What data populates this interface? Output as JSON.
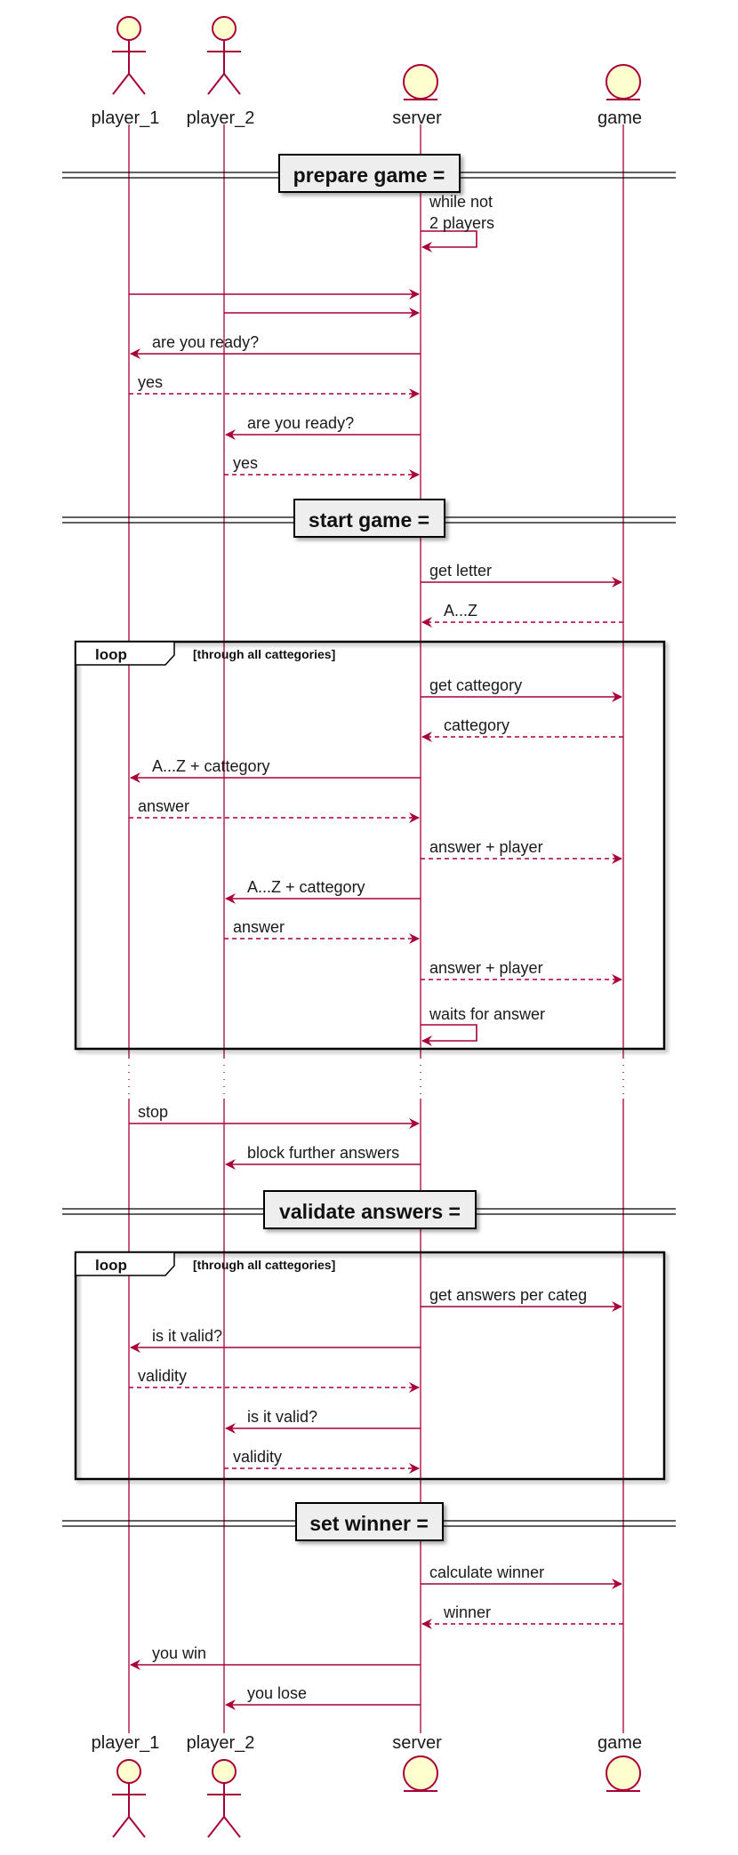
{
  "participants": [
    {
      "id": "p1",
      "name": "player_1",
      "kind": "actor"
    },
    {
      "id": "p2",
      "name": "player_2",
      "kind": "actor"
    },
    {
      "id": "srv",
      "name": "server",
      "kind": "entity"
    },
    {
      "id": "game",
      "name": "game",
      "kind": "entity"
    }
  ],
  "sections": {
    "prepare": "prepare game =",
    "start": "start game =",
    "validate": "validate answers =",
    "winner": "set winner ="
  },
  "loops": [
    {
      "tag": "loop",
      "condition": "[through all cattegories]"
    },
    {
      "tag": "loop",
      "condition": "[through all cattegories]"
    }
  ],
  "messages": [
    {
      "from": "srv",
      "to": "srv",
      "text": "while not",
      "text2": "2 players",
      "style": "solid"
    },
    {
      "from": "p1",
      "to": "srv",
      "text": "",
      "style": "solid"
    },
    {
      "from": "p2",
      "to": "srv",
      "text": "",
      "style": "solid"
    },
    {
      "from": "srv",
      "to": "p1",
      "text": "are you ready?",
      "style": "solid"
    },
    {
      "from": "p1",
      "to": "srv",
      "text": "yes",
      "style": "dashed"
    },
    {
      "from": "srv",
      "to": "p2",
      "text": "are you ready?",
      "style": "solid"
    },
    {
      "from": "p2",
      "to": "srv",
      "text": "yes",
      "style": "dashed"
    },
    {
      "from": "srv",
      "to": "game",
      "text": "get letter",
      "style": "solid"
    },
    {
      "from": "game",
      "to": "srv",
      "text": "A...Z",
      "style": "dashed"
    },
    {
      "from": "srv",
      "to": "game",
      "text": "get cattegory",
      "style": "solid"
    },
    {
      "from": "game",
      "to": "srv",
      "text": "cattegory",
      "style": "dashed"
    },
    {
      "from": "srv",
      "to": "p1",
      "text": "A...Z + cattegory",
      "style": "solid"
    },
    {
      "from": "p1",
      "to": "srv",
      "text": "answer",
      "style": "dashed"
    },
    {
      "from": "srv",
      "to": "game",
      "text": "answer + player",
      "style": "dashed"
    },
    {
      "from": "srv",
      "to": "p2",
      "text": "A...Z + cattegory",
      "style": "solid"
    },
    {
      "from": "p2",
      "to": "srv",
      "text": "answer",
      "style": "dashed"
    },
    {
      "from": "srv",
      "to": "game",
      "text": "answer + player",
      "style": "dashed"
    },
    {
      "from": "srv",
      "to": "srv",
      "text": "waits for answer",
      "text2": "",
      "style": "solid"
    },
    {
      "from": "p1",
      "to": "srv",
      "text": "stop",
      "style": "solid"
    },
    {
      "from": "srv",
      "to": "p2",
      "text": "block further answers",
      "style": "solid"
    },
    {
      "from": "srv",
      "to": "game",
      "text": "get answers per categ",
      "style": "solid"
    },
    {
      "from": "srv",
      "to": "p1",
      "text": "is it valid?",
      "style": "solid"
    },
    {
      "from": "p1",
      "to": "srv",
      "text": "validity",
      "style": "dashed"
    },
    {
      "from": "srv",
      "to": "p2",
      "text": "is it valid?",
      "style": "solid"
    },
    {
      "from": "p2",
      "to": "srv",
      "text": "validity",
      "style": "dashed"
    },
    {
      "from": "srv",
      "to": "game",
      "text": "calculate winner",
      "style": "solid"
    },
    {
      "from": "game",
      "to": "srv",
      "text": "winner",
      "style": "dashed"
    },
    {
      "from": "srv",
      "to": "p1",
      "text": "you win",
      "style": "solid"
    },
    {
      "from": "srv",
      "to": "p2",
      "text": "you lose",
      "style": "solid"
    }
  ],
  "colors": {
    "line": "#a80036",
    "fill": "#fefece",
    "frame": "#000000",
    "divider_bg": "#eeeeee"
  }
}
